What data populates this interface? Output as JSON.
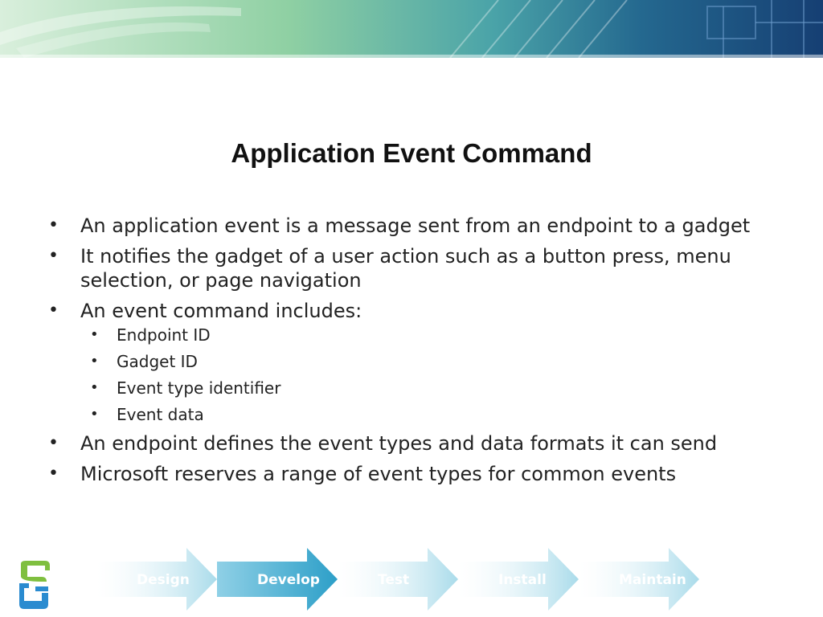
{
  "slide": {
    "title": "Application Event Command",
    "bullets": [
      {
        "text": "An application event is a message sent from an endpoint to a gadget"
      },
      {
        "text": "It notifies the gadget of a user action such as a button press, menu selection, or page navigation"
      },
      {
        "text": "An event command includes:",
        "sub": [
          "Endpoint ID",
          "Gadget ID",
          "Event type identifier",
          "Event data"
        ]
      },
      {
        "text": "An endpoint defines the event types and data formats it can send"
      },
      {
        "text": "Microsoft reserves a range of event types for common events"
      }
    ]
  },
  "process": {
    "steps": [
      "Design",
      "Develop",
      "Test",
      "Install",
      "Maintain"
    ],
    "active_step": "Develop"
  },
  "colors": {
    "banner_light": "#c9e6cf",
    "banner_mid": "#7fc79a",
    "banner_dark": "#1c4f87",
    "arrow_light": "#bfe4ee",
    "arrow_active": "#3aaed0",
    "logo_green": "#7fbf3f",
    "logo_blue": "#2a8bd0"
  },
  "icons": {
    "logo": "gadget-logo-icon"
  }
}
